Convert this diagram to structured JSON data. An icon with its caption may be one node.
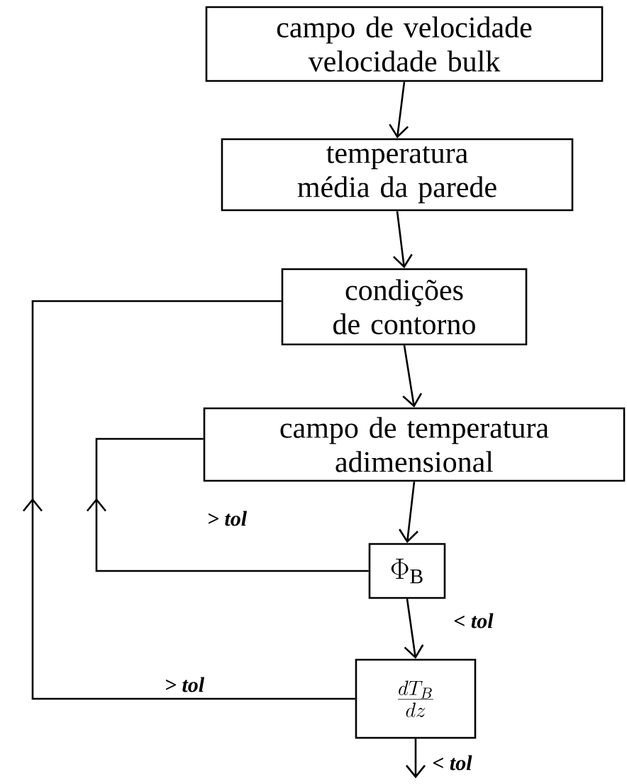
{
  "diagram": {
    "nodes": [
      {
        "text": [
          "campo de velocidade velocidade bulk"
        ]
      },
      {
        "text": [
          "temperatura média da parede"
        ]
      },
      {
        "text": [
          "condições de contorno"
        ]
      },
      {
        "text": [
          "campo de temperatura adimensional"
        ]
      },
      {
        "text": [
          "\\Phi_{\\mathrm{B}}"
        ]
      },
      {
        "text": [
          "\\frac{dT_B}{dz}"
        ]
      }
    ],
    "edges": [
      {
        "from": 0,
        "to": 1,
        "arrow": "to"
      },
      {
        "from": 1,
        "to": 2,
        "arrow": "to"
      },
      {
        "from": 2,
        "to": 3,
        "arrow": "to"
      },
      {
        "from": 3,
        "to": 4,
        "arrow": "to"
      },
      {
        "from": 4,
        "to": 3,
        "arrow": "to",
        "label": "> tol"
      },
      {
        "from": 4,
        "to": 5,
        "arrow": "to",
        "label": "< tol"
      },
      {
        "from": 5,
        "to": 2,
        "arrow": "to",
        "label": "> tol"
      },
      {
        "from": 5,
        "to": null,
        "arrow": "to",
        "label": "< tol"
      }
    ]
  }
}
